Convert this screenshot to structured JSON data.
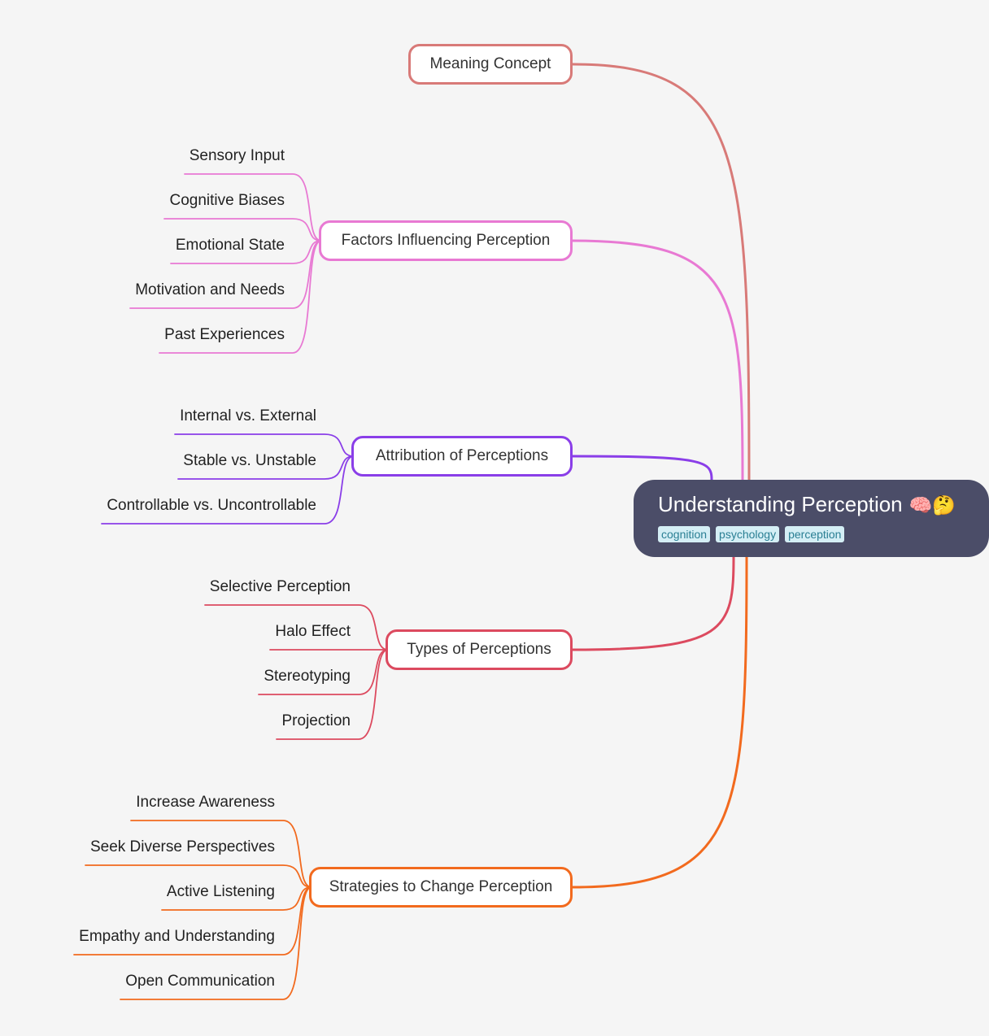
{
  "root": {
    "title": "Understanding Perception",
    "emoji": "🧠🤔",
    "tags": [
      "cognition",
      "psychology",
      "perception"
    ],
    "color": "#4b4d68"
  },
  "branches": [
    {
      "label": "Meaning Concept",
      "color": "#d87a78",
      "children": []
    },
    {
      "label": "Factors Influencing Perception",
      "color": "#e879d3",
      "children": [
        "Sensory Input",
        "Cognitive Biases",
        "Emotional State",
        "Motivation and Needs",
        "Past Experiences"
      ]
    },
    {
      "label": "Attribution of Perceptions",
      "color": "#8a3ee8",
      "children": [
        "Internal vs. External",
        "Stable vs. Unstable",
        "Controllable vs. Uncontrollable"
      ]
    },
    {
      "label": "Types of Perceptions",
      "color": "#dc4a5f",
      "children": [
        "Selective Perception",
        "Halo Effect",
        "Stereotyping",
        "Projection"
      ]
    },
    {
      "label": "Strategies to Change Perception",
      "color": "#f26a1e",
      "children": [
        "Increase Awareness",
        "Seek Diverse Perspectives",
        "Active Listening",
        "Empathy and Understanding",
        "Open Communication"
      ]
    }
  ]
}
